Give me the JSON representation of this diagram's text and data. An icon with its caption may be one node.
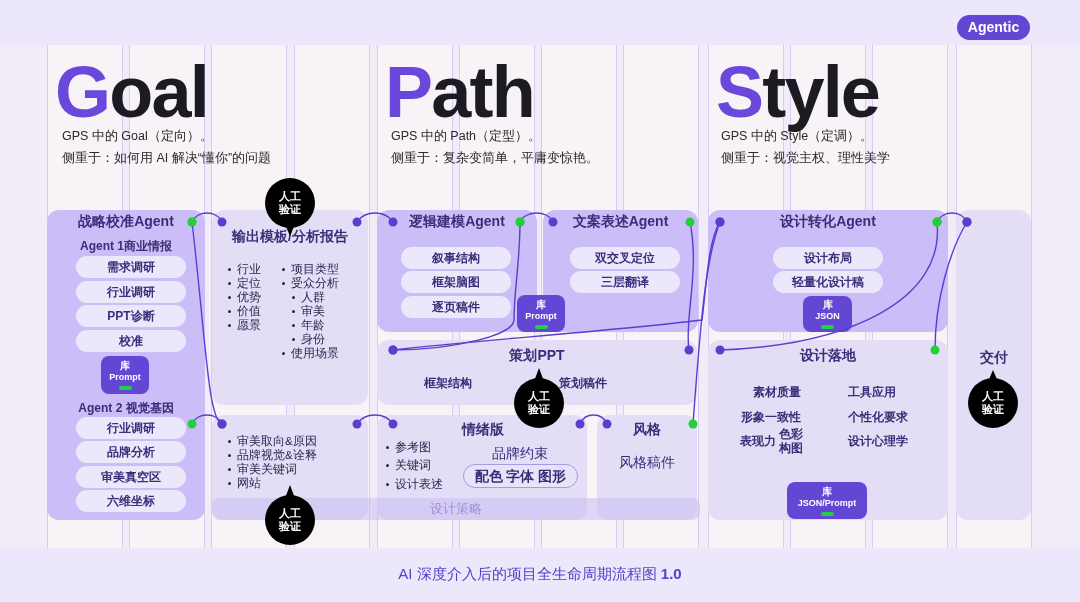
{
  "diagram": {
    "caption": "AI 深度介入后的项目全生命周期流程图 **1.0**",
    "nodes": [
      {
        "text": [
          "战略校准Agent",
          "Agent 1商业情报",
          "Agent 2 视觉基因"
        ]
      },
      {
        "text": [
          "需求调研"
        ],
        "in": 0
      },
      {
        "text": [
          "行业调研"
        ],
        "in": 0
      },
      {
        "text": [
          "PPT诊断"
        ],
        "in": 0
      },
      {
        "text": [
          "校准"
        ],
        "in": 0
      },
      {
        "text": [
          "库",
          "Prompt"
        ],
        "in": 0
      },
      {
        "text": [
          "行业调研"
        ],
        "in": 0
      },
      {
        "text": [
          "品牌分析"
        ],
        "in": 0
      },
      {
        "text": [
          "审美真空区"
        ],
        "in": 0
      },
      {
        "text": [
          "六维坐标"
        ],
        "in": 0
      },
      {
        "text": [
          "人工验证"
        ]
      },
      {
        "text": [
          "输出模板/分析报告",
          "行业",
          "定位",
          "优势",
          "价值",
          "愿景",
          "项目类型",
          "受众分析",
          "人群",
          "审美",
          "年龄",
          "身份",
          "使用场景"
        ]
      },
      {
        "text": [
          "审美取向&原因",
          "品牌视觉&诠释",
          "审美关键词",
          "网站"
        ]
      },
      {
        "text": [
          "人工验证"
        ]
      },
      {
        "text": [
          "逻辑建模Agent"
        ]
      },
      {
        "text": [
          "叙事结构"
        ],
        "in": 14
      },
      {
        "text": [
          "框架脑图"
        ],
        "in": 14
      },
      {
        "text": [
          "逐页稿件"
        ],
        "in": 14
      },
      {
        "text": [
          "文案表述Agent"
        ]
      },
      {
        "text": [
          "双交叉定位"
        ],
        "in": 18
      },
      {
        "text": [
          "三层翻译"
        ],
        "in": 18
      },
      {
        "text": [
          "库",
          "Prompt"
        ]
      },
      {
        "text": [
          "策划PPT",
          "框架结构",
          "策划稿件"
        ]
      },
      {
        "text": [
          "人工验证"
        ]
      },
      {
        "text": [
          "情绪版",
          "参考图",
          "关键词",
          "设计表述",
          "品牌约束"
        ]
      },
      {
        "text": [
          "配色 字体 图形"
        ],
        "in": 24
      },
      {
        "text": [
          "风格",
          "风格稿件"
        ]
      },
      {
        "text": [
          "设计策略"
        ]
      },
      {
        "text": [
          "设计转化Agent"
        ]
      },
      {
        "text": [
          "设计布局"
        ],
        "in": 28
      },
      {
        "text": [
          "轻量化设计稿"
        ],
        "in": 28
      },
      {
        "text": [
          "库",
          "JSON"
        ],
        "in": 28
      },
      {
        "text": [
          "设计落地",
          "素材质量",
          "工具应用",
          "形象一致性",
          "个性化要求",
          "表现力",
          "色彩",
          "构图",
          "设计心理学"
        ]
      },
      {
        "text": [
          "库",
          "JSON/Prompt"
        ],
        "in": 32
      },
      {
        "text": [
          "交付"
        ]
      },
      {
        "text": [
          "人工验证"
        ],
        "in": 34
      }
    ],
    "edges": [
      {
        "from": 0,
        "to": 11,
        "arrow": "other"
      },
      {
        "from": 0,
        "to": 12,
        "arrow": "other"
      },
      {
        "from": 0,
        "to": 12,
        "arrow": "other"
      },
      {
        "from": 11,
        "to": 14,
        "arrow": "other"
      },
      {
        "from": 12,
        "to": 24,
        "arrow": "other"
      },
      {
        "from": 14,
        "to": 18,
        "arrow": "other"
      },
      {
        "from": 14,
        "to": 22,
        "arrow": "other"
      },
      {
        "from": 18,
        "to": 22,
        "arrow": "other"
      },
      {
        "from": 22,
        "to": 28,
        "arrow": "other"
      },
      {
        "from": 24,
        "to": 26,
        "arrow": "other"
      },
      {
        "from": 26,
        "to": 28,
        "arrow": "other"
      },
      {
        "from": 28,
        "to": 32,
        "arrow": "other"
      },
      {
        "from": 28,
        "to": 34,
        "arrow": "other"
      },
      {
        "from": 32,
        "to": 34,
        "arrow": "other"
      }
    ],
    "labels": [
      "Agentic",
      "Goal",
      "GPS 中的 Goal（定向）。",
      "侧重于：如何用 AI 解决“懂你”的问题",
      "Path",
      "GPS 中的 Path（定型）。",
      "侧重于：复杂变简单，平庸变惊艳。",
      "Style",
      "GPS 中的 Style（定调）。",
      "侧重于：视觉主权、理性美学"
    ]
  }
}
